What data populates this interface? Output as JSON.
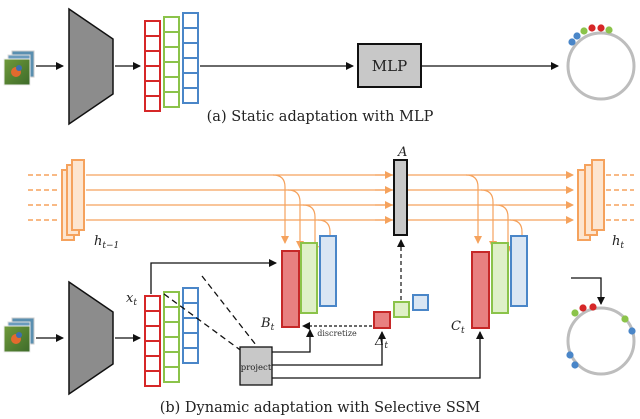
{
  "captions": {
    "top": "(a) Static adaptation with MLP",
    "bottom": "(b) Dynamic adaptation with Selective SSM"
  },
  "blocks": {
    "mlp": "MLP",
    "project": "project",
    "discretize": "discretize"
  },
  "symbols": {
    "A": "A",
    "h_prev": "h",
    "h_prev_sub": "t−1",
    "h_next": "h",
    "h_next_sub": "t",
    "x": "x",
    "x_sub": "t",
    "B": "B",
    "B_sub": "t",
    "C": "C",
    "C_sub": "t",
    "delta": "Δ",
    "delta_sub": "t"
  },
  "colors": {
    "red": "#d62728",
    "green": "#8bc34a",
    "blue": "#4a86c8",
    "orange": "#f5a25d",
    "gray": "#7f7f7f",
    "encoder": "#8c8c8c",
    "block_fill": "#c8c8c8"
  }
}
